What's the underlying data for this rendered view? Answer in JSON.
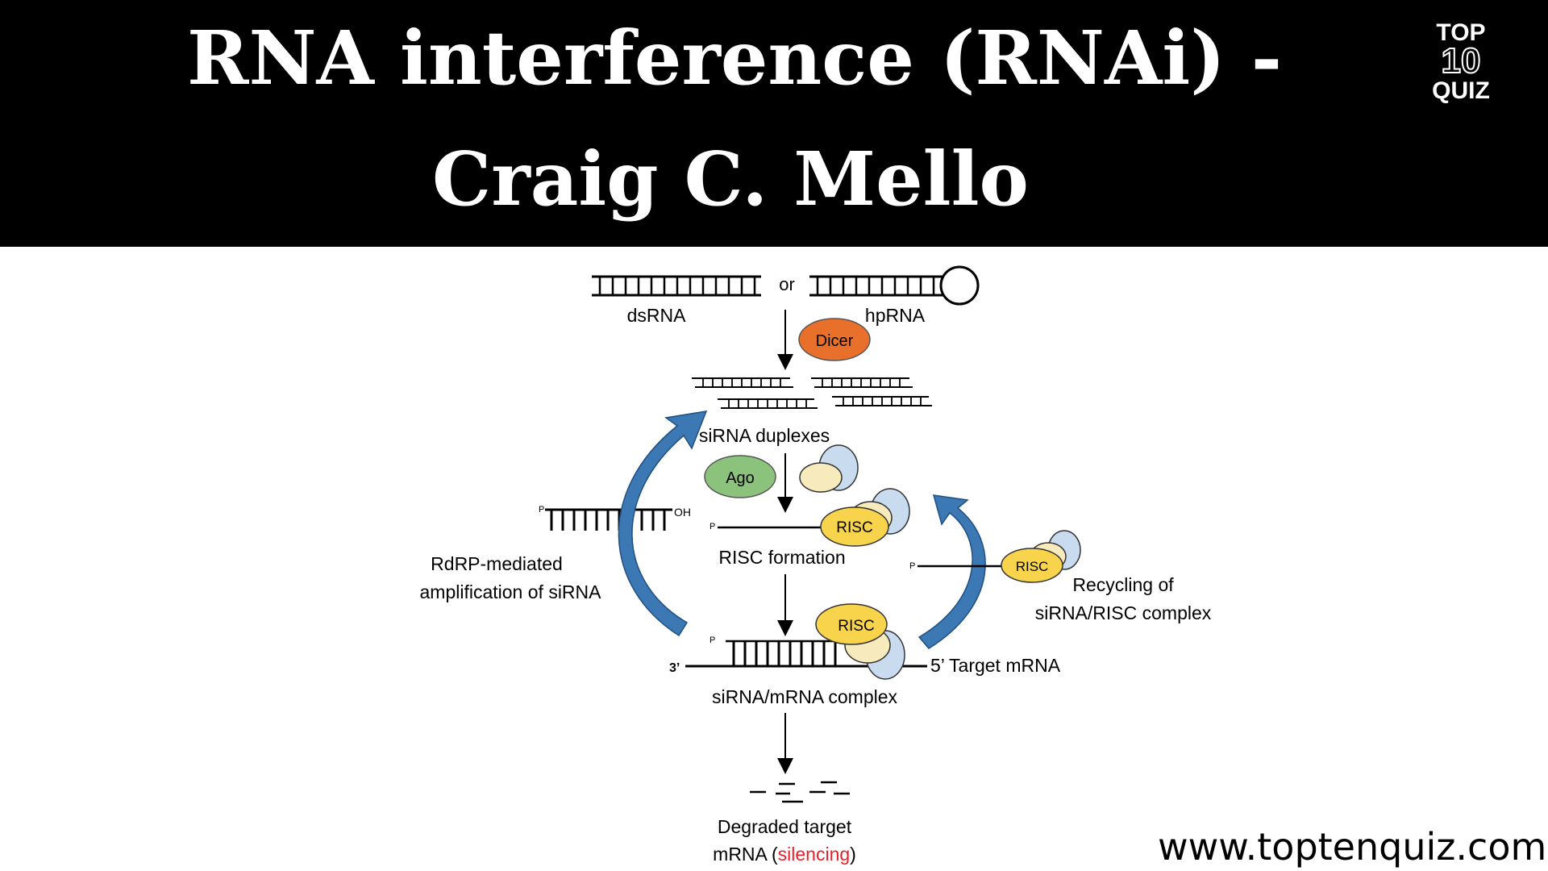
{
  "header": {
    "title_line1": "RNA interference (RNAi) -",
    "title_line2": "Craig C. Mello",
    "background": "#000000"
  },
  "logo": {
    "top": "TOP",
    "number": "10",
    "bottom": "QUIZ"
  },
  "diagram": {
    "or": "or",
    "dsrna": "dsRNA",
    "hprna": "hpRNA",
    "dicer": "Dicer",
    "sirna_duplexes": "siRNA duplexes",
    "ago": "Ago",
    "risc": "RISC",
    "risc_formation": "RISC formation",
    "p": "P",
    "oh": "OH",
    "rdrp_line1": "RdRP-mediated",
    "rdrp_line2": "amplification of siRNA",
    "recycling_line1": "Recycling of",
    "recycling_line2": "siRNA/RISC complex",
    "three_prime": "3’",
    "five_prime_target": "5’ Target mRNA",
    "complex": "siRNA/mRNA  complex",
    "degraded_line1": "Degraded target",
    "degraded_line2_a": "mRNA (",
    "degraded_line2_b": "silencing",
    "degraded_line2_c": ")",
    "colors": {
      "dicer": "#e8702a",
      "ago": "#8cc37c",
      "risc": "#f7d44c",
      "cycle_arrow": "#3b78b4",
      "silencing": "#e8202a"
    }
  },
  "footer": {
    "url": "www.toptenquiz.com"
  }
}
